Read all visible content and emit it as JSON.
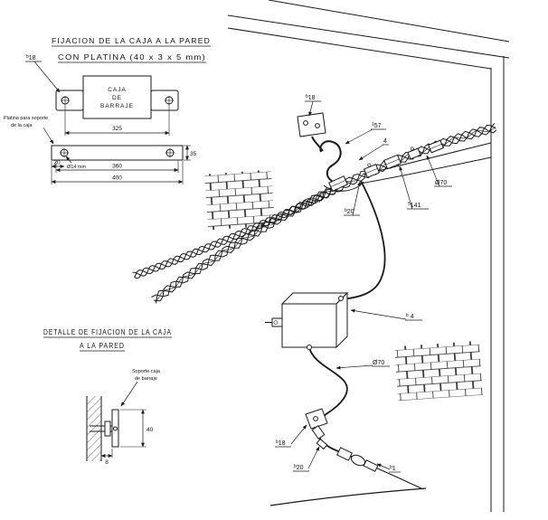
{
  "colors": {
    "ink": "#1a1a1a",
    "paper": "#ffffff"
  },
  "titles": {
    "fix1": "FIJACION DE LA CAJA A LA PARED",
    "fix2": "CON PLATINA (40 x 3 x 5 mm)",
    "det1": "DETALLE DE FIJACION DE LA CAJA",
    "det2": "A LA PARED"
  },
  "front_view": {
    "box": {
      "l1": "CAJA",
      "l2": "DE",
      "l3": "BARRAJE"
    },
    "plate_note1": "Platina para soporte",
    "plate_note2": "de la caja",
    "hole": "Ø14 mm",
    "dims": {
      "d325": "325",
      "d360": "360",
      "d400": "400",
      "d20": "20",
      "d35": "35"
    },
    "callout_b18": {
      "pre": "b",
      "num": "18"
    }
  },
  "side_view": {
    "support_note1": "Soporte caja",
    "support_note2": "de barraje",
    "dims": {
      "d40": "40",
      "d8": "8"
    }
  },
  "perspective": {
    "callouts": {
      "b18_top": {
        "pre": "b",
        "num": "18"
      },
      "c157": {
        "pre": "1",
        "num": "57"
      },
      "c4": {
        "pre": "",
        "num": "4"
      },
      "o70_top": {
        "pre": "",
        "num": "Ø70"
      },
      "c5141": {
        "pre": "5",
        "num": "141"
      },
      "b20_mid": {
        "pre": "b",
        "num": "20"
      },
      "b4": {
        "pre": "b",
        "num": "4"
      },
      "o70_mid": {
        "pre": "",
        "num": "Ø70"
      },
      "b18_low": {
        "pre": "b",
        "num": "18"
      },
      "b20_low": {
        "pre": "b",
        "num": "20"
      },
      "b1": {
        "pre": "b",
        "num": "1"
      }
    }
  }
}
